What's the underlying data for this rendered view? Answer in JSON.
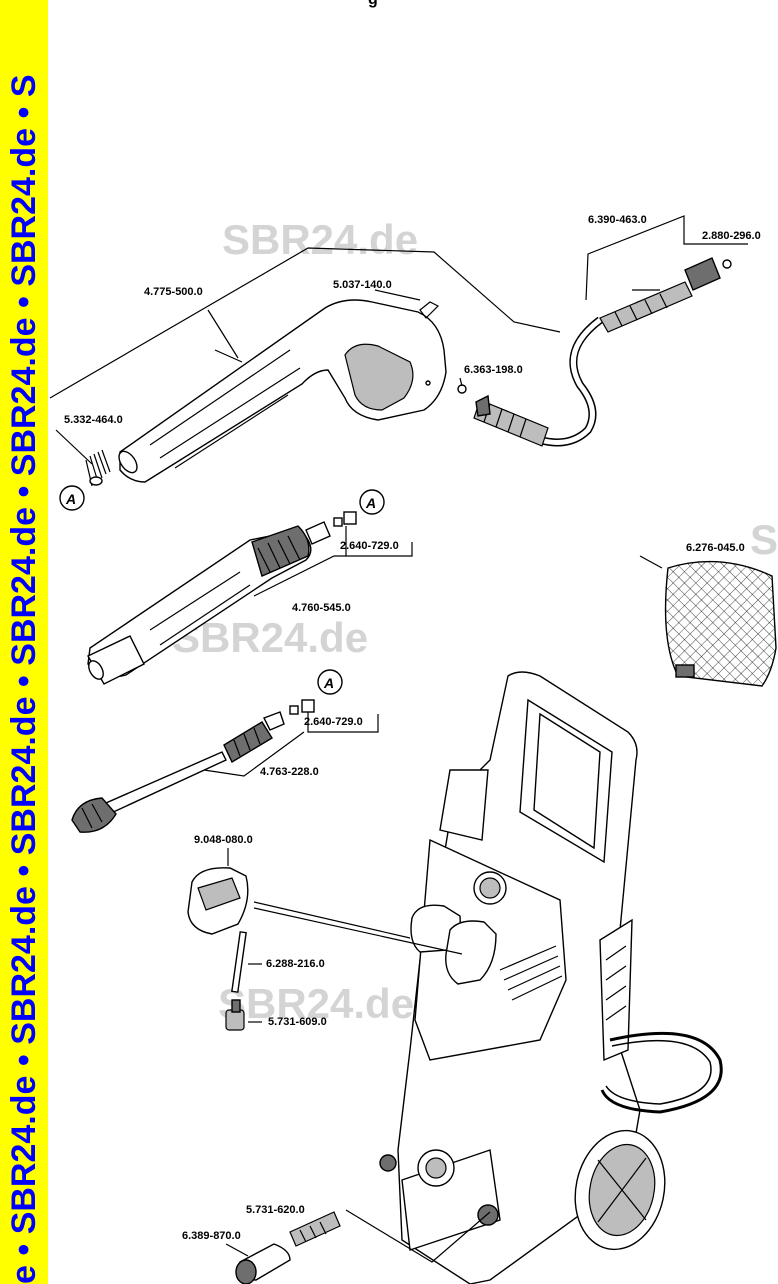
{
  "top_fragment": "g",
  "side_banner": {
    "text": "e • SBR24.de • SBR24.de • SBR24.de • SBR24.de • SBR24.de • SBR24.de • S",
    "background": "#ffff00",
    "color": "#0000ff"
  },
  "watermarks": [
    "SBR24.de",
    "SBR24.de",
    "SBR24.de",
    "S"
  ],
  "callout_symbol": "A",
  "parts": [
    {
      "id": "p-6390-463",
      "number": "6.390-463.0"
    },
    {
      "id": "p-2880-296",
      "number": "2.880-296.0"
    },
    {
      "id": "p-4775-500",
      "number": "4.775-500.0"
    },
    {
      "id": "p-5037-140",
      "number": "5.037-140.0"
    },
    {
      "id": "p-6363-198",
      "number": "6.363-198.0"
    },
    {
      "id": "p-5332-464",
      "number": "5.332-464.0"
    },
    {
      "id": "p-2640-729-a",
      "number": "2.640-729.0"
    },
    {
      "id": "p-4760-545",
      "number": "4.760-545.0"
    },
    {
      "id": "p-6276-045",
      "number": "6.276-045.0"
    },
    {
      "id": "p-2640-729-b",
      "number": "2.640-729.0"
    },
    {
      "id": "p-4763-228",
      "number": "4.763-228.0"
    },
    {
      "id": "p-9048-080",
      "number": "9.048-080.0"
    },
    {
      "id": "p-6288-216",
      "number": "6.288-216.0"
    },
    {
      "id": "p-5731-609",
      "number": "5.731-609.0"
    },
    {
      "id": "p-5731-620",
      "number": "5.731-620.0"
    },
    {
      "id": "p-6389-870",
      "number": "6.389-870.0"
    }
  ]
}
